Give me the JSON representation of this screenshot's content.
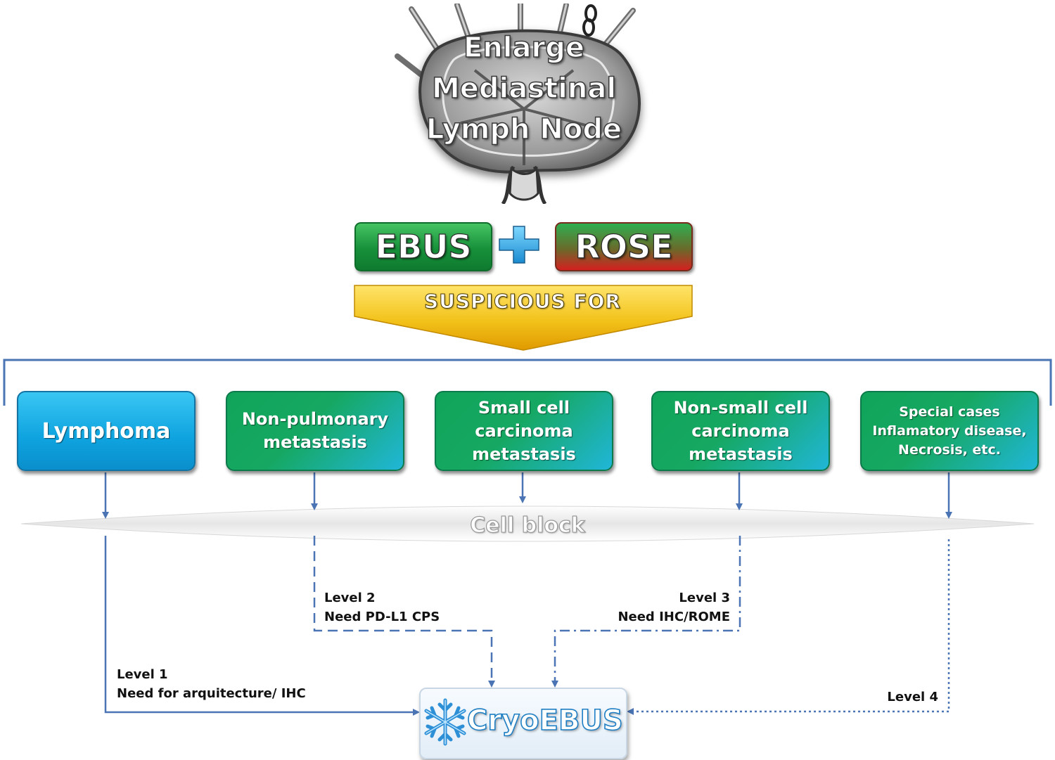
{
  "title": {
    "line1": "Enlarge",
    "line2": "Mediastinal",
    "line3": "Lymph Node"
  },
  "procedure": {
    "ebus": "EBUS",
    "rose": "ROSE"
  },
  "suspicious_for": "SUSPICIOUS  FOR",
  "categories": [
    {
      "lines": [
        "Lymphoma"
      ]
    },
    {
      "lines": [
        "Non-pulmonary",
        "metastasis"
      ]
    },
    {
      "lines": [
        "Small cell",
        "carcinoma",
        "metastasis"
      ]
    },
    {
      "lines": [
        "Non-small cell",
        "carcinoma",
        "metastasis"
      ]
    },
    {
      "lines": [
        "Special cases",
        "Inflamatory disease,",
        "Necrosis, etc."
      ]
    }
  ],
  "cell_block": "Cell block",
  "levels": {
    "level1": {
      "title": "Level 1",
      "desc": "Need for arquitecture/ IHC"
    },
    "level2": {
      "title": "Level 2",
      "desc": "Need PD-L1 CPS"
    },
    "level3": {
      "title": "Level 3",
      "desc": "Need IHC/ROME"
    },
    "level4": {
      "title": "Level 4"
    }
  },
  "cryoebus": "CryoEBUS",
  "colors": {
    "connector": "#4a74b4",
    "green_pill": "#17903a",
    "rose_red": "#d42020",
    "arrow_yellow": "#f2c21a",
    "category_blue": "#0ea3df",
    "category_green": "#16a862"
  }
}
